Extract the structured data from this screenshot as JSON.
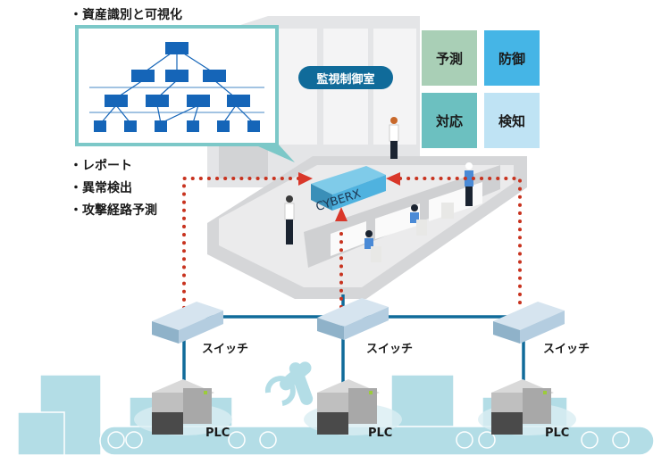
{
  "title": "OT security monitoring overview",
  "left_panel": {
    "heading": "資産識別と可視化",
    "bullets": [
      "レポート",
      "異常検出",
      "攻撃経路予測"
    ]
  },
  "control_room": {
    "label": "監視制御室",
    "device_brand": "CYBERX"
  },
  "cycle": {
    "items": [
      {
        "label": "予測",
        "color": "#a9cfb6"
      },
      {
        "label": "防御",
        "color": "#45b5e6"
      },
      {
        "label": "対応",
        "color": "#6cc0c0"
      },
      {
        "label": "検知",
        "color": "#bfe3f4"
      }
    ]
  },
  "network": {
    "switch_label": "スイッチ",
    "plc_label": "PLC",
    "switches": [
      "スイッチ",
      "スイッチ",
      "スイッチ"
    ],
    "plcs": [
      "PLC",
      "PLC",
      "PLC"
    ]
  },
  "colors": {
    "network_line": "#106b9a",
    "dotted_path": "#c8331f",
    "factory": "#b3dde6",
    "node": "#1565b8",
    "panel_border": "#7cc8c8"
  }
}
